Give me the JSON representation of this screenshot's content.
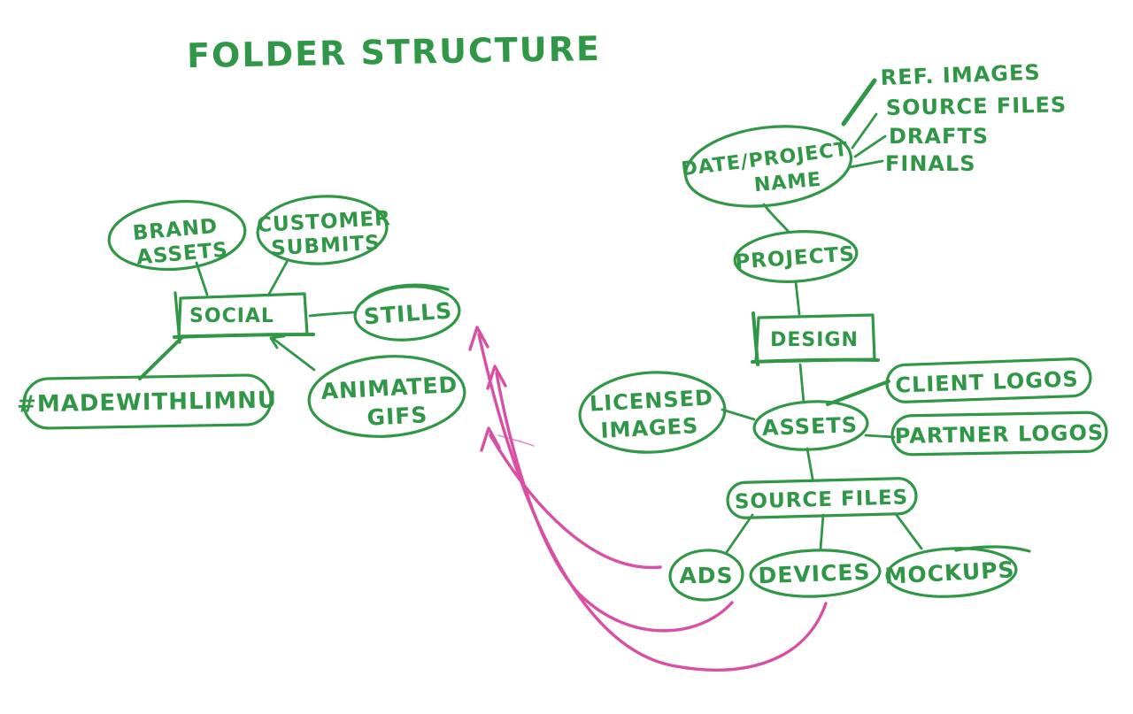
{
  "title": "FOLDER STRUCTURE",
  "colors": {
    "green": "#2f9746",
    "pink": "#d94fa3",
    "background": "#ffffff"
  },
  "nodes": {
    "brand_assets": {
      "line1": "BRAND",
      "line2": "ASSETS"
    },
    "customer_submits": {
      "line1": "CUSTOMER",
      "line2": "SUBMITS"
    },
    "social": {
      "label": "SOCIAL"
    },
    "stills": {
      "label": "STILLS"
    },
    "madewithlimnu": {
      "label": "#MADEWITHLIMNU"
    },
    "animated_gifs": {
      "line1": "ANIMATED",
      "line2": "GIFS"
    },
    "date_project_name": {
      "line1": "DATE/PROJECT",
      "line2": "NAME"
    },
    "ref_images": {
      "label": "REF. IMAGES"
    },
    "source_files_branch": {
      "label": "SOURCE FILES"
    },
    "drafts": {
      "label": "DRAFTS"
    },
    "finals": {
      "label": "FINALS"
    },
    "projects": {
      "label": "PROJECTS"
    },
    "design": {
      "label": "DESIGN"
    },
    "licensed_images": {
      "line1": "LICENSED",
      "line2": "IMAGES"
    },
    "assets": {
      "label": "ASSETS"
    },
    "client_logos": {
      "label": "CLIENT LOGOS"
    },
    "partner_logos": {
      "label": "PARTNER LOGOS"
    },
    "source_files": {
      "label": "SOURCE FILES"
    },
    "ads": {
      "label": "ADS"
    },
    "devices": {
      "label": "DEVICES"
    },
    "mockups": {
      "label": "MOCKUPS"
    }
  }
}
